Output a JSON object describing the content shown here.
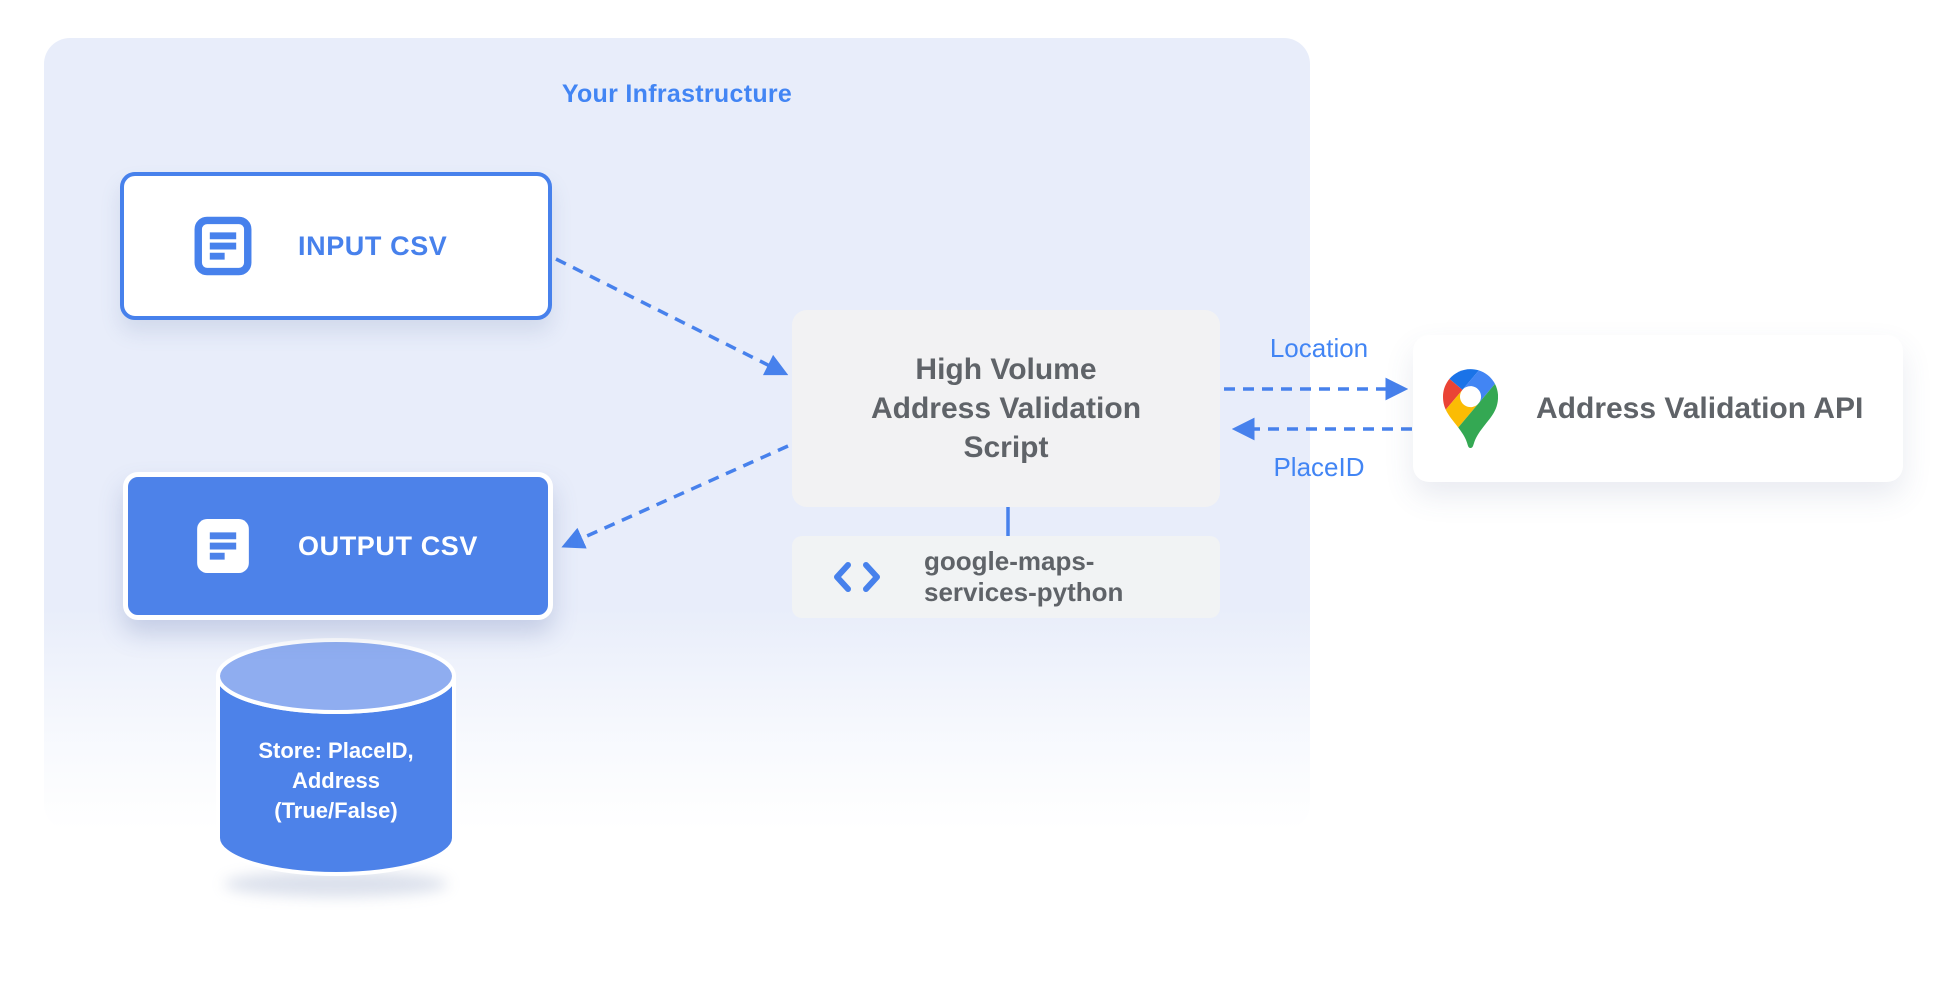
{
  "colors": {
    "accent_blue": "#4781ec",
    "fill_blue": "#4d82e9",
    "cylinder_top_blue": "#8fadf0",
    "panel_background": "#e8edfa",
    "neutral_box_gray": "#f2f2f3",
    "dark_gray_text": "#5f6368",
    "label_blue": "#4285f4",
    "pin_red": "#ea4335",
    "pin_dark_blue": "#1a73e8",
    "pin_blue": "#4285f4",
    "pin_yellow": "#fbbc04",
    "pin_green": "#34a853"
  },
  "panel": {
    "title": "Your Infrastructure"
  },
  "input_box": {
    "label": "INPUT CSV",
    "icon": "document-icon"
  },
  "output_box": {
    "label": "OUTPUT CSV",
    "icon": "document-icon"
  },
  "datastore": {
    "lines": [
      "Store: PlaceID,",
      "Address",
      "(True/False)"
    ]
  },
  "script_box": {
    "lines": [
      "High Volume",
      "Address Validation",
      "Script"
    ]
  },
  "library_box": {
    "lines": [
      "google-maps-",
      "services-python"
    ],
    "icon": "code-icon"
  },
  "api_box": {
    "label": "Address Validation API",
    "icon": "google-maps-pin-icon"
  },
  "flow_labels": {
    "location": "Location",
    "placeid": "PlaceID"
  }
}
